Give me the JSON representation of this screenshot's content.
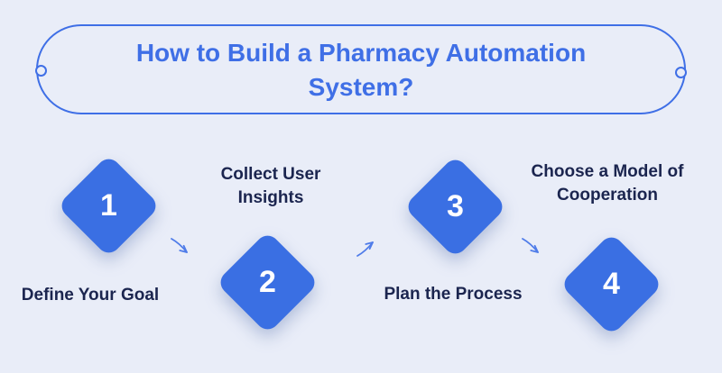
{
  "colors": {
    "background": "#e9edf8",
    "accent": "#3f6fe6",
    "diamond": "#3a6fe3",
    "label_text": "#1b254f",
    "number_text": "#ffffff",
    "arrow": "#4f7ce9"
  },
  "header": {
    "title": "How to Build a Pharmacy Automation System?"
  },
  "steps": [
    {
      "number": "1",
      "label": "Define Your Goal",
      "label_position": "below"
    },
    {
      "number": "2",
      "label": "Collect User Insights",
      "label_position": "above"
    },
    {
      "number": "3",
      "label": "Plan the Process",
      "label_position": "below"
    },
    {
      "number": "4",
      "label": "Choose a Model of Cooperation",
      "label_position": "above"
    }
  ],
  "arrows": [
    {
      "name": "arrow-step1-step2",
      "direction": "down-right"
    },
    {
      "name": "arrow-step2-step3",
      "direction": "up-right"
    },
    {
      "name": "arrow-step3-step4",
      "direction": "down-right"
    }
  ]
}
